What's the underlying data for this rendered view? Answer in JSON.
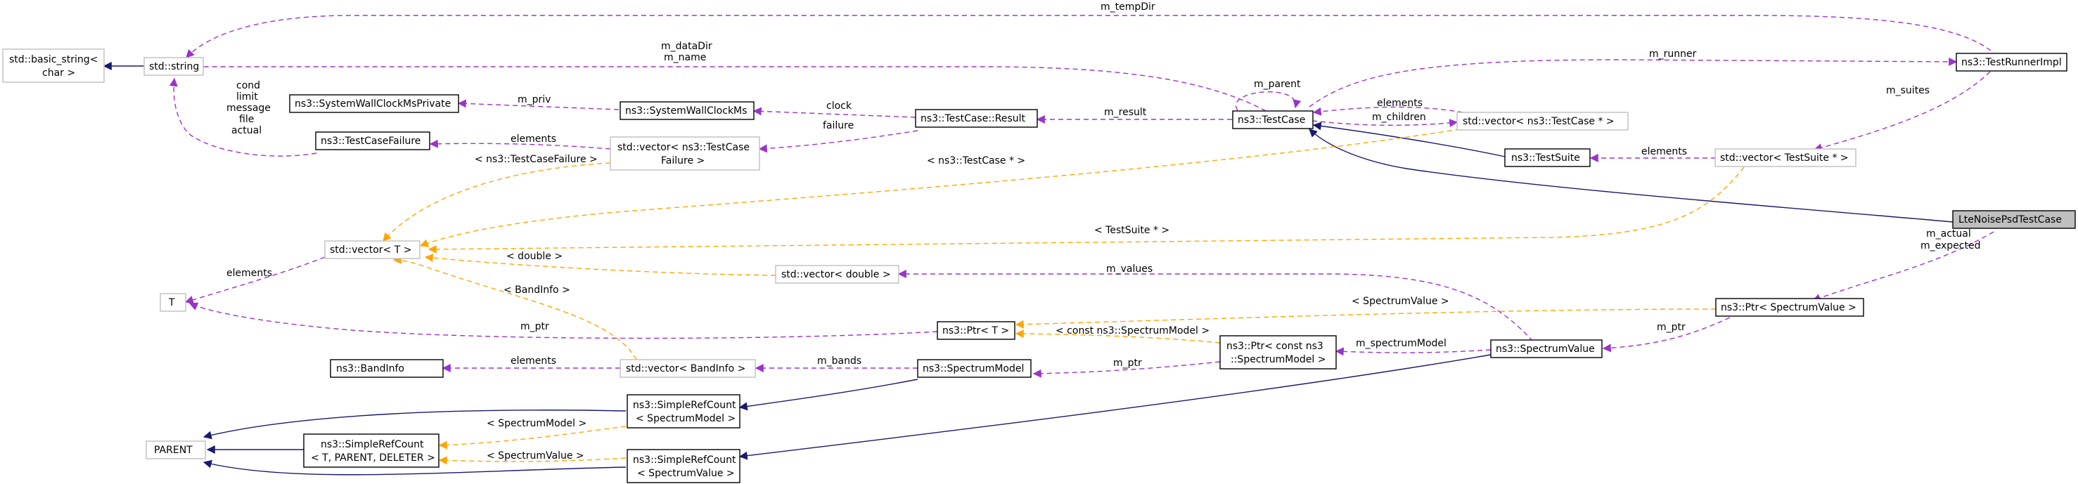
{
  "nodes": {
    "basic_string": [
      "std::basic_string<",
      "char >"
    ],
    "string": [
      "std::string"
    ],
    "cond_labels": [
      "cond",
      "limit",
      "message",
      "file",
      "actual"
    ],
    "tcf": [
      "ns3::TestCaseFailure"
    ],
    "swcmp": [
      "ns3::SystemWallClockMsPrivate"
    ],
    "swcm": [
      "ns3::SystemWallClockMs"
    ],
    "vec_tcf": [
      "std::vector< ns3::TestCase",
      "Failure >"
    ],
    "result": [
      "ns3::TestCase::Result"
    ],
    "testcase": [
      "ns3::TestCase"
    ],
    "vec_tc": [
      "std::vector< ns3::TestCase * >"
    ],
    "runner": [
      "ns3::TestRunnerImpl"
    ],
    "suite": [
      "ns3::TestSuite"
    ],
    "vec_ts": [
      "std::vector< TestSuite * >"
    ],
    "lte": [
      "LteNoisePsdTestCase"
    ],
    "vec_t": [
      "std::vector< T >"
    ],
    "t": [
      "T"
    ],
    "vec_double": [
      "std::vector< double >"
    ],
    "ptr_t": [
      "ns3::Ptr< T >"
    ],
    "ptr_sv": [
      "ns3::Ptr< SpectrumValue >"
    ],
    "ptr_csm": [
      "ns3::Ptr< const ns3",
      "::SpectrumModel >"
    ],
    "sv": [
      "ns3::SpectrumValue"
    ],
    "bandinfo": [
      "ns3::BandInfo"
    ],
    "vec_bi": [
      "std::vector< BandInfo >"
    ],
    "sm": [
      "ns3::SpectrumModel"
    ],
    "parent": [
      "PARENT"
    ],
    "src_sm": [
      "ns3::SimpleRefCount",
      "< SpectrumModel >"
    ],
    "src_tpd": [
      "ns3::SimpleRefCount",
      "< T, PARENT, DELETER >"
    ],
    "src_sv": [
      "ns3::SimpleRefCount",
      "< SpectrumValue >"
    ]
  },
  "edge_labels": {
    "m_tempDir": "m_tempDir",
    "m_dataDir": [
      "m_dataDir",
      "m_name"
    ],
    "m_runner": "m_runner",
    "m_parent": "m_parent",
    "m_suites": "m_suites",
    "m_priv": "m_priv",
    "clock": "clock",
    "m_result": "m_result",
    "elements_tc": "elements",
    "m_children": "m_children",
    "elements_tcf": "elements",
    "failure": "failure",
    "tc_ptr": "< ns3::TestCaseFailure >",
    "tc_star": "< ns3::TestCase * >",
    "elements_ts": "elements",
    "ts_star": "< TestSuite * >",
    "m_actual": [
      "m_actual",
      "m_expected"
    ],
    "elements_t": "elements",
    "double": "< double >",
    "m_values": "m_values",
    "bandinfo_tpl": "< BandInfo >",
    "sv_tpl": "< SpectrumValue >",
    "m_ptr_t": "m_ptr",
    "const_sm": "< const ns3::SpectrumModel >",
    "m_ptr_sv": "m_ptr",
    "m_spectrumModel": "m_spectrumModel",
    "m_ptr_csm": "m_ptr",
    "elements_bi": "elements",
    "m_bands": "m_bands",
    "sm_tpl": "< SpectrumModel >",
    "sv_tpl2": "< SpectrumValue >"
  },
  "colors": {
    "inheritance": "#191970",
    "usage": "#9a32cd",
    "template": "#ffa500",
    "grey_box": "#bfbfbf",
    "current_fill": "#bfbfbf"
  }
}
